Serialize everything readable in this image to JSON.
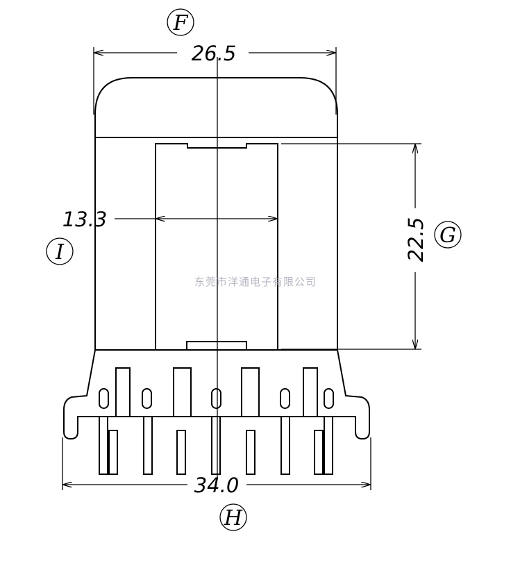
{
  "dimensions": {
    "top_width": "26.5",
    "inner_width": "13.3",
    "height": "22.5",
    "base_width": "34.0"
  },
  "view_labels": {
    "F": "F",
    "G": "G",
    "H": "H",
    "I": "I"
  },
  "watermark": "东莞市洋通电子有限公司"
}
